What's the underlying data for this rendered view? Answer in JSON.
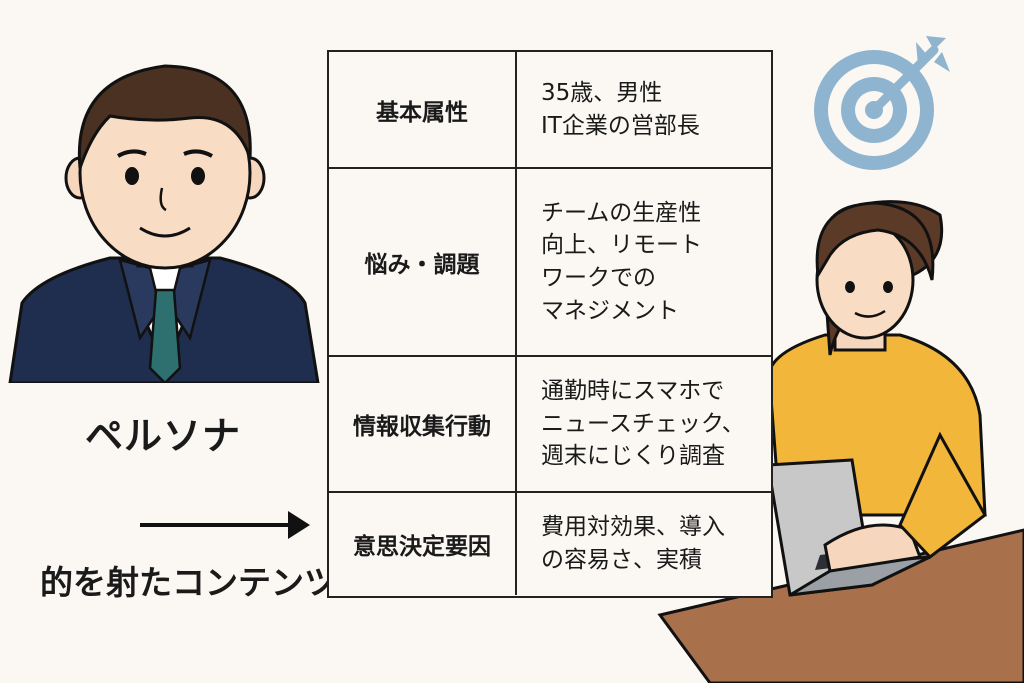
{
  "persona_label": "ペルソナ",
  "content_label": "的を射たコンテンツ",
  "table": {
    "rows": [
      {
        "key": "基本属性",
        "value": "35歳、男性\nIT企業の営部長"
      },
      {
        "key": "悩み・調題",
        "value": "チームの生産性\n向上、リモート\nワークでの\nマネジメント"
      },
      {
        "key": "情報収集行動",
        "value": "通勤時にスマホで\nニュースチェック、\n週末にじくり調査"
      },
      {
        "key": "意思決定要因",
        "value": "費用対効果、導入\nの容易さ、実積"
      }
    ]
  },
  "colors": {
    "background": "#fbf8f3",
    "suit": "#1f2e4f",
    "tie": "#2e6f70",
    "sweater": "#f2b63a",
    "target": "#8fb4d0",
    "desk": "#a9714b"
  }
}
